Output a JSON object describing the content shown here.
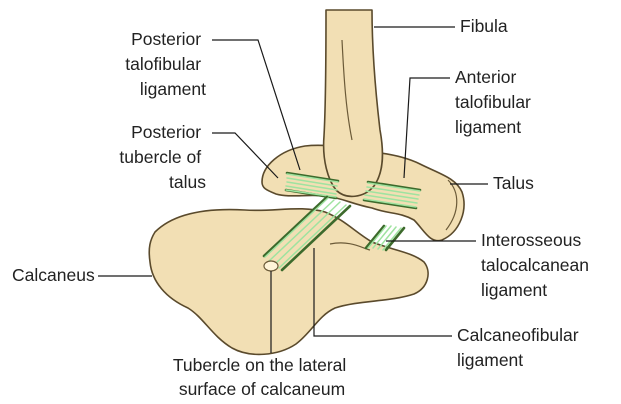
{
  "labels": {
    "fibula": "Fibula",
    "posterior_talofibular": [
      "Posterior",
      "talofibular",
      "ligament"
    ],
    "anterior_talofibular": [
      "Anterior",
      "talofibular",
      "ligament"
    ],
    "posterior_tubercle": [
      "Posterior",
      "tubercle of",
      "talus"
    ],
    "talus": "Talus",
    "interosseous": [
      "Interosseous",
      "talocalcanean",
      "ligament"
    ],
    "calcaneus": "Calcaneus",
    "calcaneofibular": [
      "Calcaneofibular",
      "ligament"
    ],
    "tubercle_lateral": [
      "Tubercle on the lateral",
      "surface of calcaneum"
    ]
  },
  "colors": {
    "bone_fill": "#f2dfb4",
    "bone_outline": "#5a4a2c",
    "ligament_fiber": "#9fe3a0",
    "ligament_edge": "#3d6a2c",
    "text": "#222222"
  }
}
